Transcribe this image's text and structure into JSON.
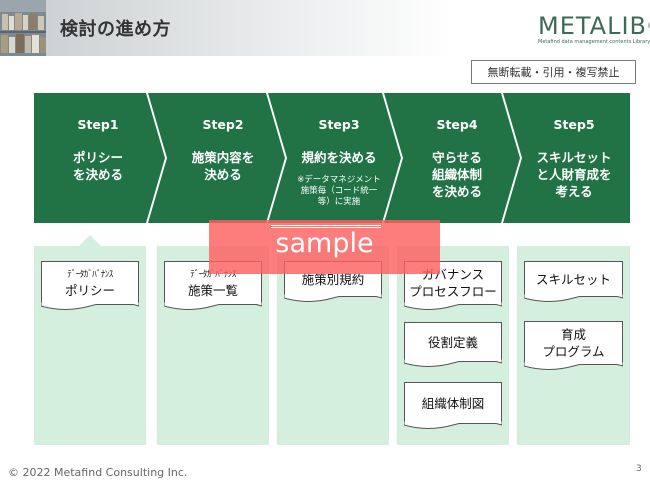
{
  "header": {
    "title": "検討の進め方",
    "logo_main": "METALIB",
    "logo_mark": "®",
    "logo_sub": "Metafind data management contents Library"
  },
  "notice": "無断転載・引用・複写禁止",
  "colors": {
    "step_green": "#217346",
    "column_bg": "#d5efdf",
    "sample_red": "#fc5f5f"
  },
  "steps": [
    {
      "label": "Step1",
      "title": "ポリシー\nを決める",
      "note": ""
    },
    {
      "label": "Step2",
      "title": "施策内容を\n決める",
      "note": ""
    },
    {
      "label": "Step3",
      "title": "規約を決める",
      "note": "※データマネジメント\n施策毎（コード統一\n等）に実施"
    },
    {
      "label": "Step4",
      "title": "守らせる\n組織体制\nを決める",
      "note": ""
    },
    {
      "label": "Step5",
      "title": "スキルセット\nと人財育成を\n考える",
      "note": ""
    }
  ],
  "columns": [
    {
      "docs": [
        {
          "small": "ﾃﾞｰﾀｶﾞﾊﾞﾅﾝｽ",
          "text": "ポリシー"
        }
      ]
    },
    {
      "docs": [
        {
          "small": "ﾃﾞｰﾀｶﾞﾊﾞﾅﾝｽ",
          "text": "施策一覧"
        }
      ]
    },
    {
      "docs": [
        {
          "small": "",
          "text": "施策別規約"
        }
      ]
    },
    {
      "docs": [
        {
          "small": "",
          "text": "ガバナンス\nプロセスフロー"
        },
        {
          "small": "",
          "text": "役割定義"
        },
        {
          "small": "",
          "text": "組織体制図"
        }
      ]
    },
    {
      "docs": [
        {
          "small": "",
          "text": "スキルセット"
        },
        {
          "small": "",
          "text": "育成\nプログラム"
        }
      ]
    }
  ],
  "watermark": "sample",
  "footer": {
    "copyright": "© 2022 Metafind Consulting Inc.",
    "page": "3"
  }
}
